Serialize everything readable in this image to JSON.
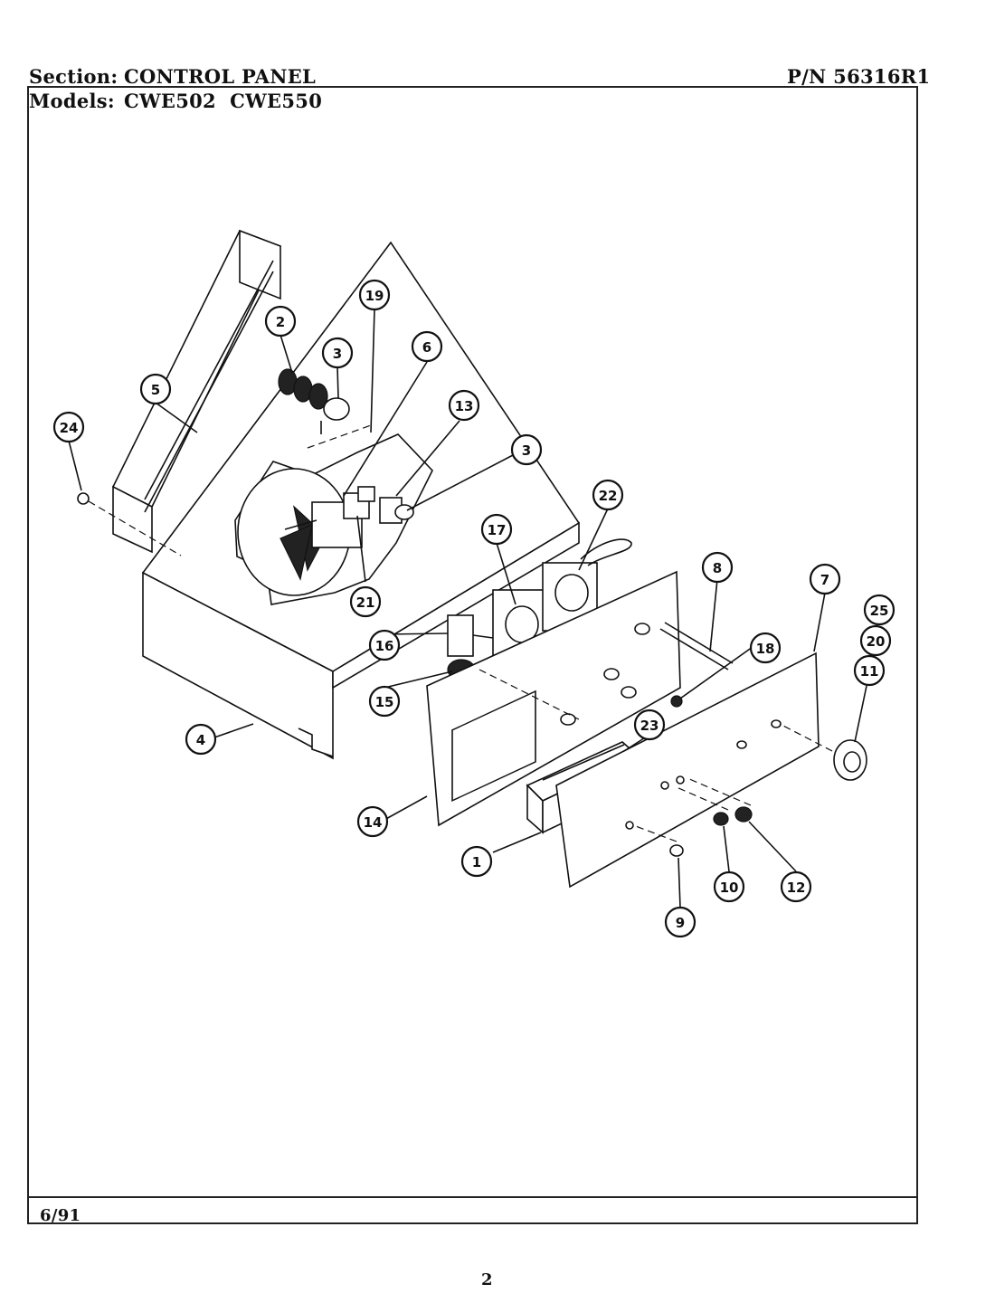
{
  "header": {
    "section_label": "Section:",
    "section_value": "CONTROL PANEL",
    "models_label": "Models:",
    "models_value": "CWE502  CWE550",
    "part_number": "P/N 56316R1"
  },
  "footer": {
    "date": "6/91",
    "page_number": "2"
  },
  "callouts": [
    {
      "label": "1"
    },
    {
      "label": "2"
    },
    {
      "label": "3"
    },
    {
      "label": "3"
    },
    {
      "label": "4"
    },
    {
      "label": "5"
    },
    {
      "label": "6"
    },
    {
      "label": "7"
    },
    {
      "label": "8"
    },
    {
      "label": "9"
    },
    {
      "label": "10"
    },
    {
      "label": "11"
    },
    {
      "label": "12"
    },
    {
      "label": "13"
    },
    {
      "label": "14"
    },
    {
      "label": "15"
    },
    {
      "label": "16"
    },
    {
      "label": "17"
    },
    {
      "label": "18"
    },
    {
      "label": "19"
    },
    {
      "label": "20"
    },
    {
      "label": "21"
    },
    {
      "label": "22"
    },
    {
      "label": "23"
    },
    {
      "label": "24"
    },
    {
      "label": "25"
    }
  ]
}
